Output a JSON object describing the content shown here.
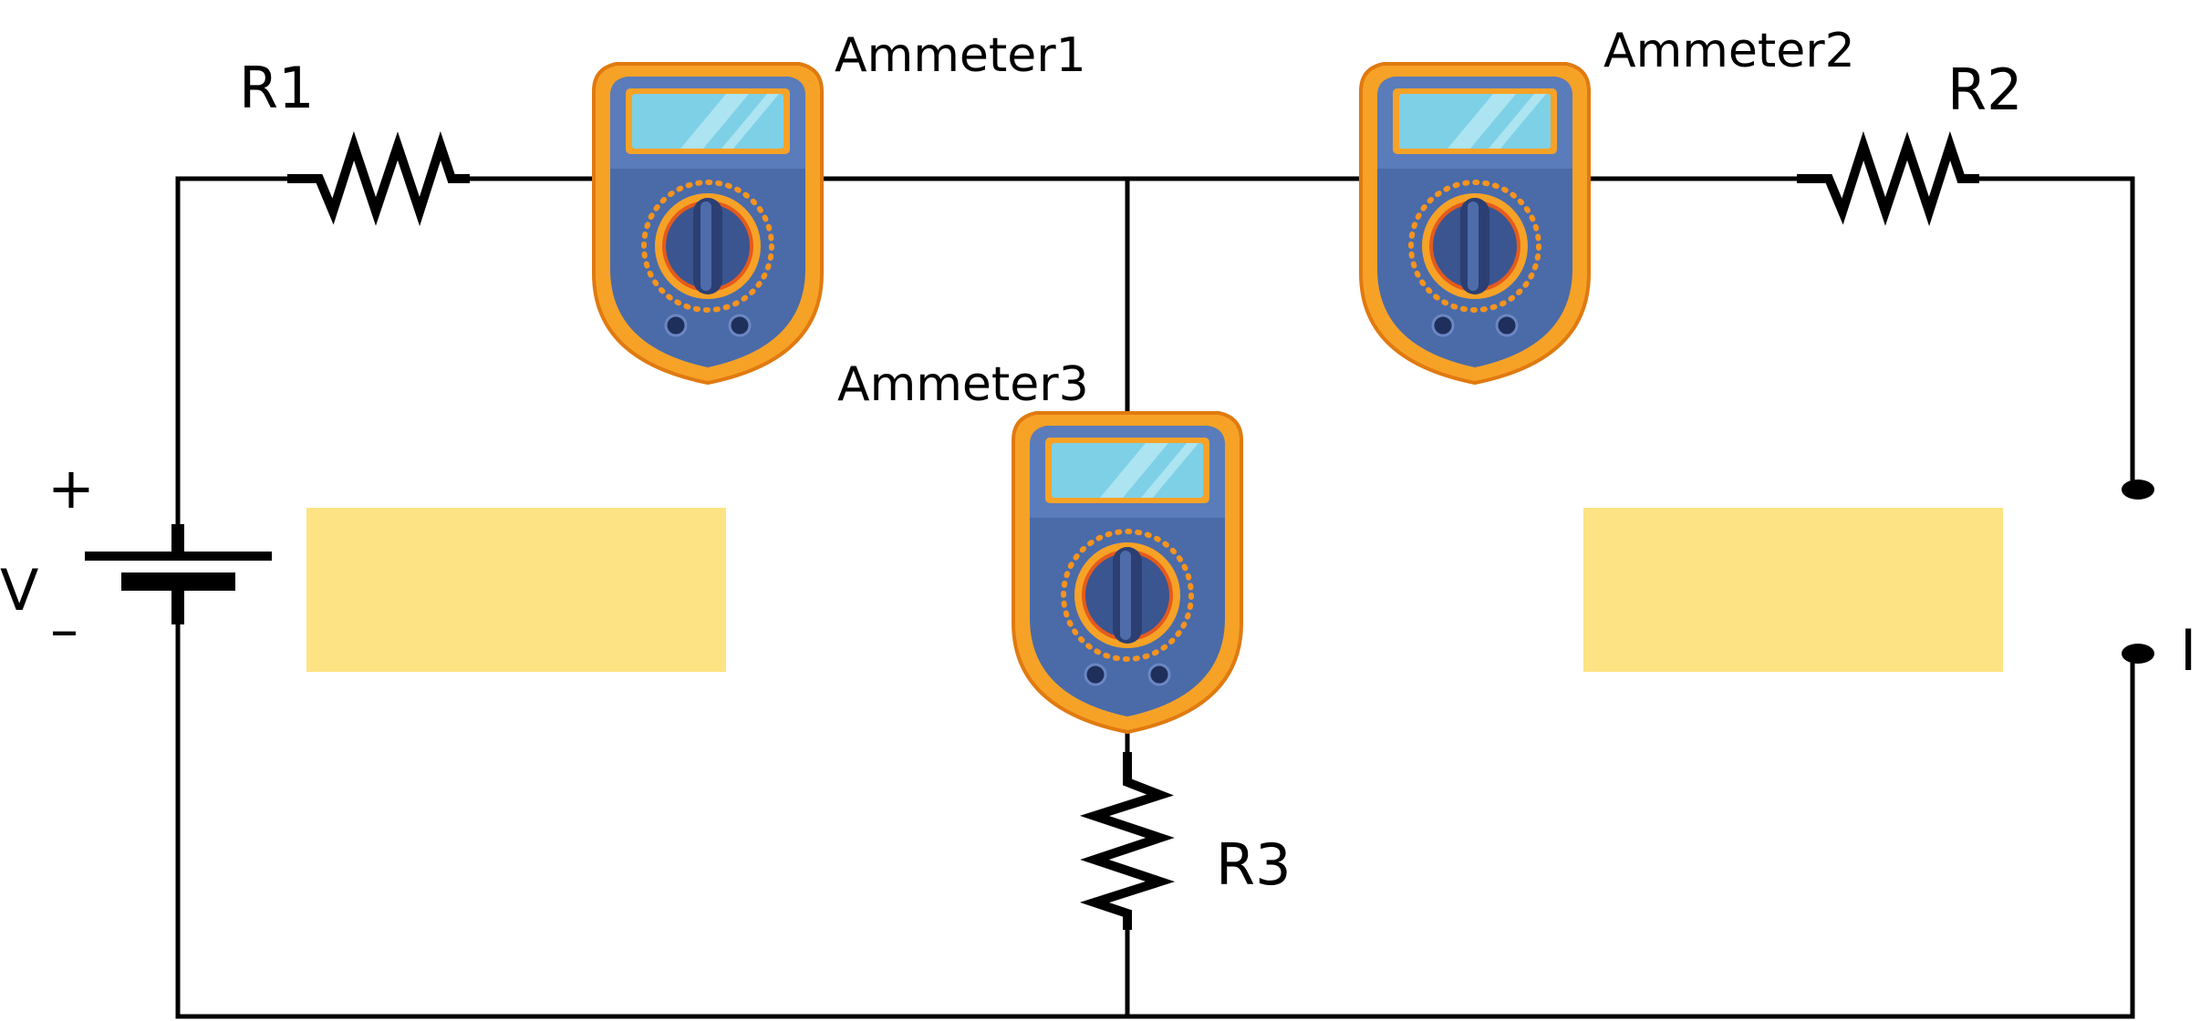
{
  "diagram": {
    "resistors": [
      {
        "id": "r1",
        "label": "R1"
      },
      {
        "id": "r2",
        "label": "R2"
      },
      {
        "id": "r3",
        "label": "R3"
      }
    ],
    "ammeters": [
      {
        "id": "ammeter1",
        "label": "Ammeter1"
      },
      {
        "id": "ammeter2",
        "label": "Ammeter2"
      },
      {
        "id": "ammeter3",
        "label": "Ammeter3"
      }
    ],
    "battery": {
      "label": "V",
      "positive": "+",
      "negative": "–"
    },
    "open_terminal": {
      "label": "I"
    },
    "answer_boxes": [
      {
        "id": "box-left"
      },
      {
        "id": "box-right"
      }
    ],
    "colors": {
      "wire": "#000000",
      "answer_box": "#FDE383",
      "meter_body": "#F6A227",
      "meter_face": "#4A6BA8",
      "meter_screen": "#7ED0E6",
      "meter_dial_dots": "#F7931E"
    },
    "icons": [
      "resistor-icon",
      "battery-icon",
      "ammeter-icon",
      "terminal-icon"
    ]
  }
}
